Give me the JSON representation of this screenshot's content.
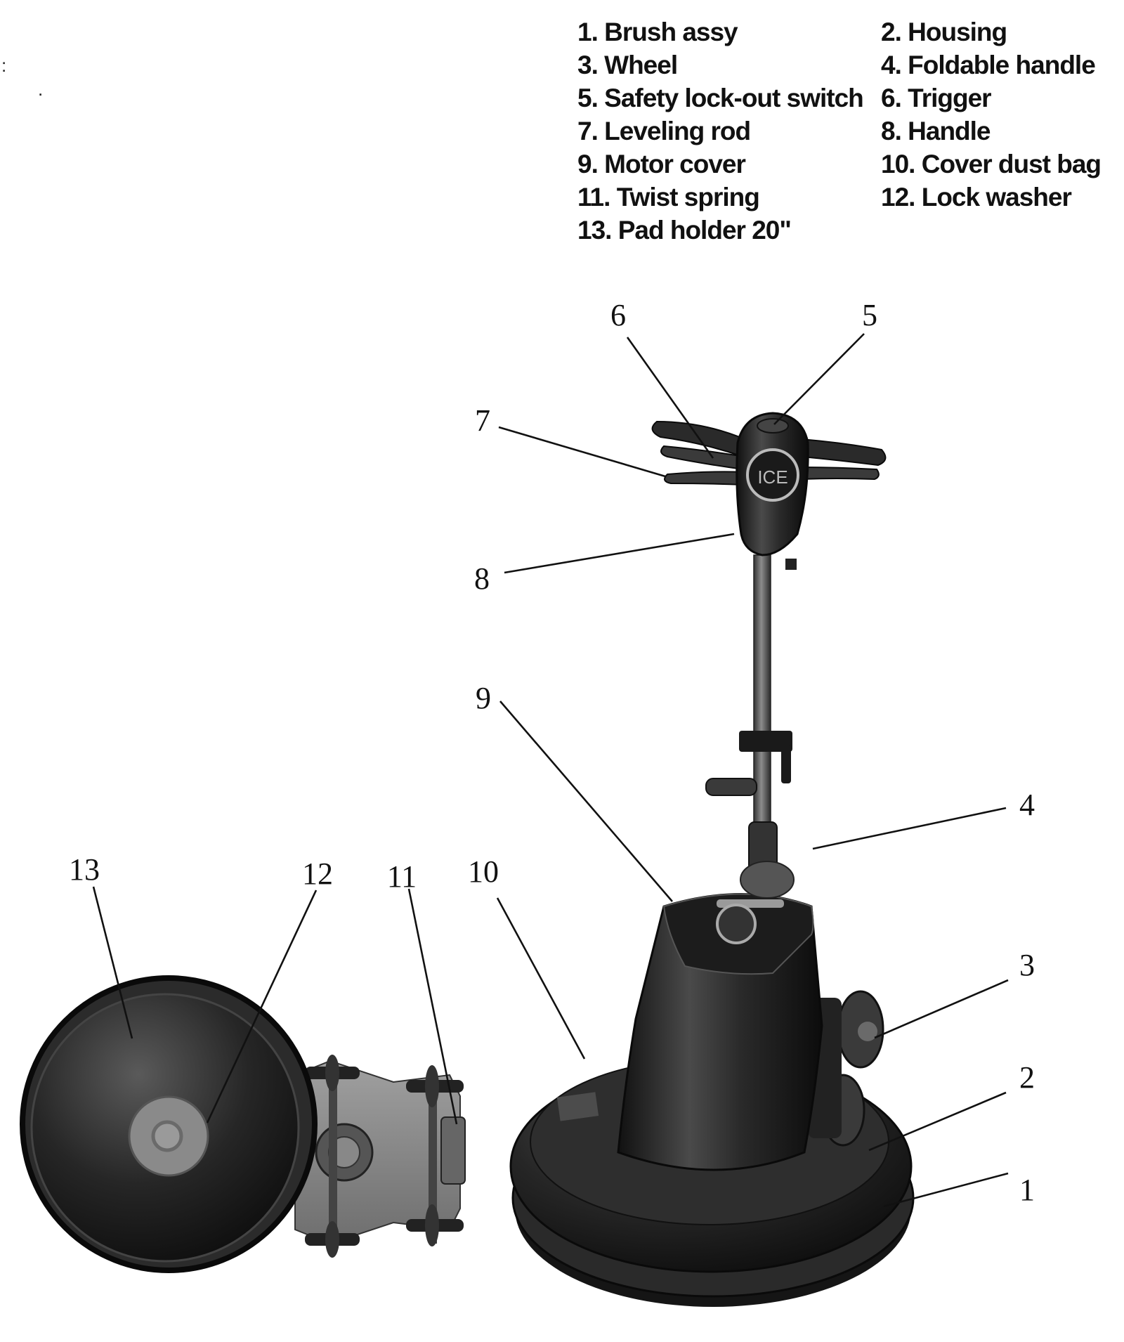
{
  "legend": [
    {
      "num": "1",
      "label": "Brush assy"
    },
    {
      "num": "2",
      "label": "Housing"
    },
    {
      "num": "3",
      "label": "Wheel"
    },
    {
      "num": "4",
      "label": "Foldable handle"
    },
    {
      "num": "5",
      "label": "Safety lock-out switch"
    },
    {
      "num": "6",
      "label": "Trigger"
    },
    {
      "num": "7",
      "label": "Leveling rod"
    },
    {
      "num": "8",
      "label": "Handle"
    },
    {
      "num": "9",
      "label": "Motor cover"
    },
    {
      "num": "10",
      "label": "Cover dust bag"
    },
    {
      "num": "11",
      "label": "Twist spring"
    },
    {
      "num": "12",
      "label": "Lock washer"
    },
    {
      "num": "13",
      "label": "Pad holder 20\""
    }
  ],
  "callouts": [
    "1",
    "2",
    "3",
    "4",
    "5",
    "6",
    "7",
    "8",
    "9",
    "10",
    "11",
    "12",
    "13"
  ],
  "machine": {
    "logo": "ICE"
  },
  "stray_marks": [
    ":",
    "."
  ],
  "colors": {
    "body": "#1e1e1e",
    "metal": "#8a8a8a",
    "line": "#111111",
    "background": "#ffffff"
  }
}
